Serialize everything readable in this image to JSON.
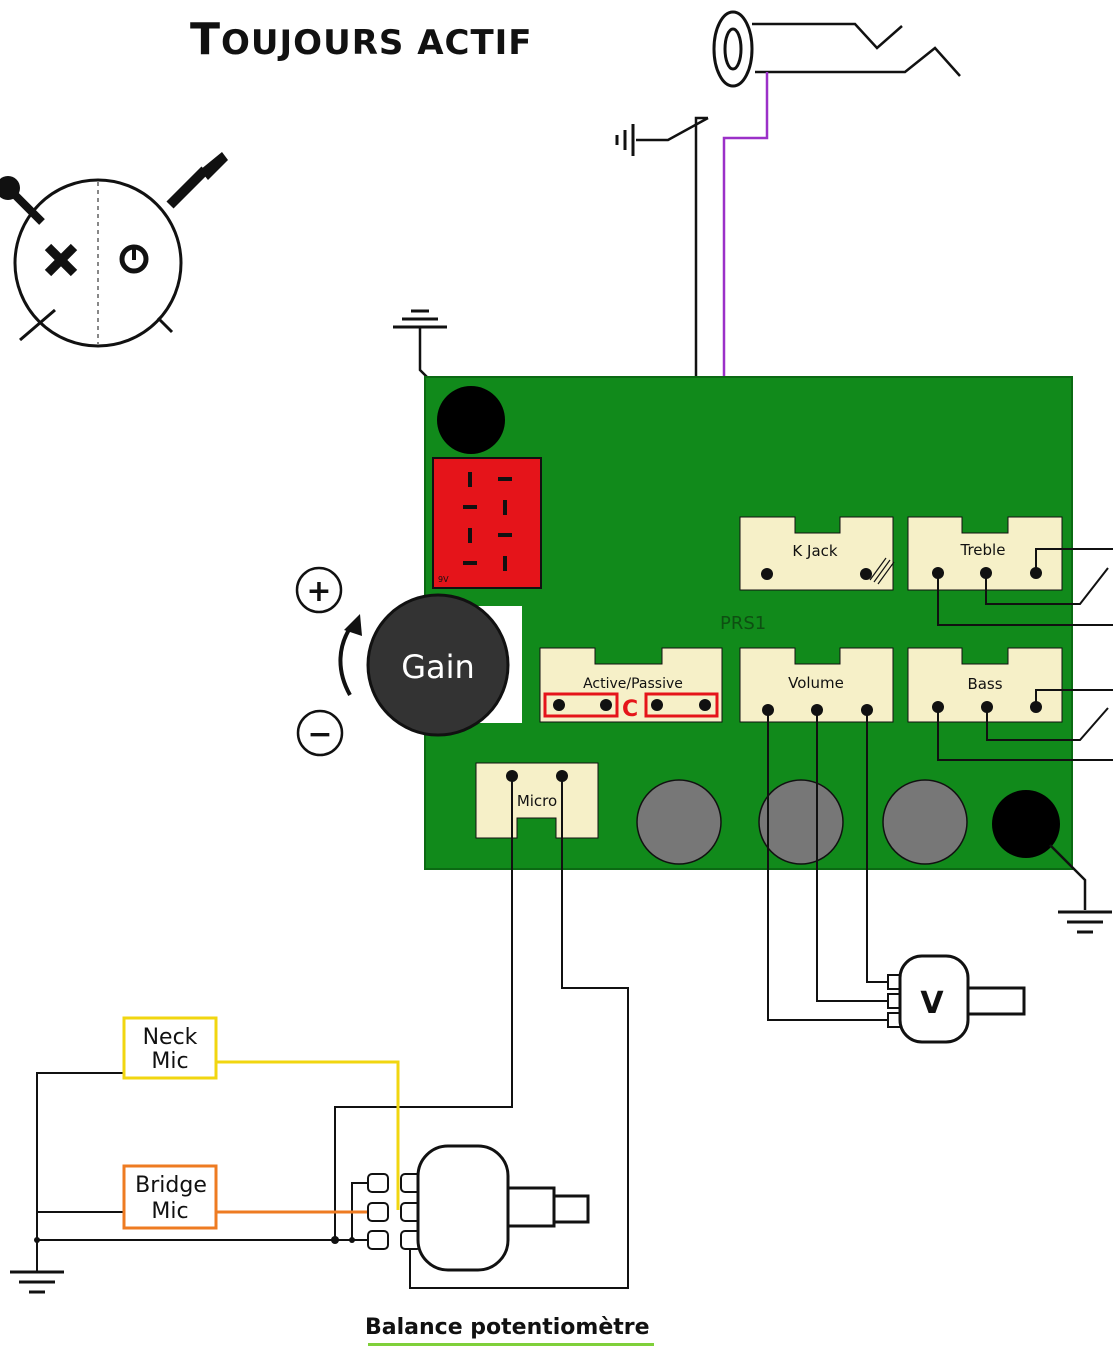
{
  "title": {
    "first": "T",
    "rest": "OUJOURS ACTIF"
  },
  "caption": "Balance potentiomètre",
  "board": {
    "label": "PRS1",
    "connectors": {
      "kjack": "K Jack",
      "treble": "Treble",
      "active_passive": "Active/Passive",
      "volume": "Volume",
      "bass": "Bass",
      "micro": "Micro"
    },
    "jumper_label": "C",
    "gain_knob": "Gain",
    "gain_plus": "+",
    "gain_minus": "−",
    "battery_label": "9V"
  },
  "pickups": {
    "neck": [
      "Neck",
      "Mic"
    ],
    "bridge": [
      "Bridge",
      "Mic"
    ]
  },
  "volume_pot_label": "V",
  "icons": [
    "jack-socket-icon",
    "ground-icon",
    "bass-guitar-logo-icon",
    "gain-arrow-icon"
  ],
  "colors": {
    "board_green": "#118a1b",
    "connector_cream": "#f6f0c8",
    "battery_red": "#e5141a",
    "wire_purple": "#9b30c8",
    "wire_yellow": "#f1d610",
    "wire_orange": "#ee7b22",
    "neck_box_border": "#f1d610",
    "bridge_box_border": "#ee7b22",
    "pot_gray": "#777777",
    "gain_dark": "#333333",
    "caption_underline": "#7fd03a"
  }
}
